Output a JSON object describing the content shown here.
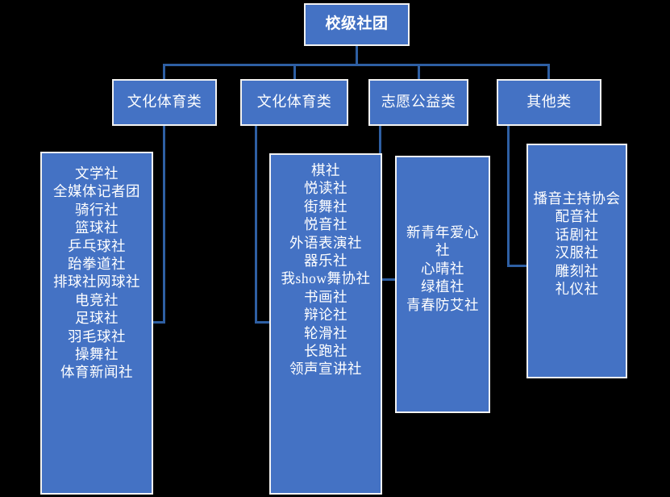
{
  "diagram": {
    "title_node": {
      "label": "校级社团"
    },
    "categories": [
      {
        "label": "文化体育类"
      },
      {
        "label": "文化体育类"
      },
      {
        "label": "志愿公益类"
      },
      {
        "label": "其他类"
      }
    ],
    "columns": [
      {
        "name": "culture-sports-column-1",
        "items": [
          "文学社",
          "全媒体记者团",
          "骑行社",
          "篮球社",
          "乒乓球社",
          "跆拳道社",
          "排球社网球社",
          "电竞社",
          "足球社",
          "羽毛球社",
          "操舞社",
          "体育新闻社"
        ]
      },
      {
        "name": "culture-sports-column-2",
        "items": [
          "棋社",
          "悦读社",
          "街舞社",
          "悦音社",
          "外语表演社",
          "器乐社",
          "我show舞协社",
          "书画社",
          "辩论社",
          "轮滑社",
          "长跑社",
          "领声宣讲社"
        ]
      },
      {
        "name": "volunteer-column",
        "items": [
          "新青年爱心社",
          "心晴社",
          "绿植社",
          "青春防艾社"
        ]
      },
      {
        "name": "other-column",
        "items": [
          "播音主持协会",
          "配音社",
          "话剧社",
          "汉服社",
          "雕刻社",
          "礼仪社"
        ]
      }
    ]
  },
  "colors": {
    "box_fill": "#4472C4",
    "box_border": "#F2F2F2",
    "connector": "#2E5FA3",
    "text": "#FFFFFF",
    "background": "#000000"
  }
}
